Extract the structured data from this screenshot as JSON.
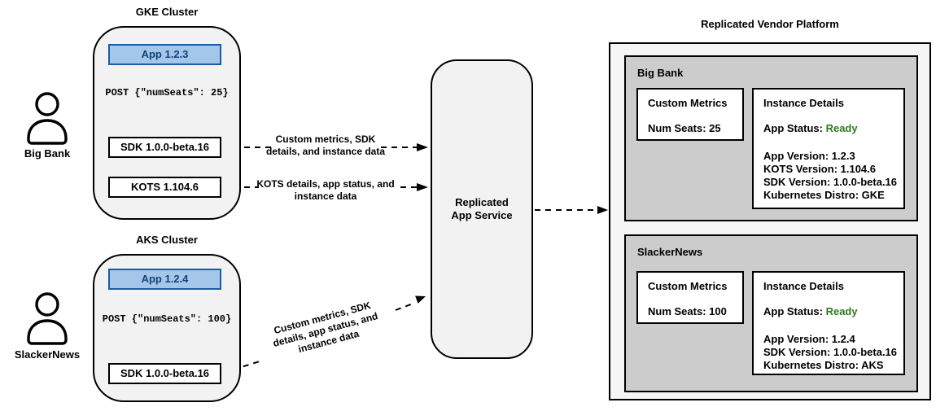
{
  "colors": {
    "cluster_fill": "#f2f2f2",
    "panel_fill": "#cccccc",
    "platform_fill": "#f5f5f5",
    "app_fill": "#a4c6e8",
    "app_border": "#1d5ba4",
    "app_text": "#12427a",
    "status_ready": "#2f7a1d"
  },
  "actors": [
    {
      "name": "Big Bank"
    },
    {
      "name": "SlackerNews"
    }
  ],
  "clusters": [
    {
      "title": "GKE Cluster",
      "app_label": "App 1.2.3",
      "post_request": "POST {\"numSeats\": 25}",
      "sdk_label": "SDK 1.0.0-beta.16",
      "kots_label": "KOTS 1.104.6"
    },
    {
      "title": "AKS Cluster",
      "app_label": "App 1.2.4",
      "post_request": "POST {\"numSeats\": 100}",
      "sdk_label": "SDK 1.0.0-beta.16"
    }
  ],
  "arrow_labels": [
    {
      "line1": "Custom metrics, SDK",
      "line2": "details, and instance data"
    },
    {
      "line1": "KOTS details, app status, and",
      "line2": "instance data"
    },
    {
      "line1": "Custom metrics, SDK",
      "line2": "details, app status, and",
      "line3": "instance data"
    }
  ],
  "service": {
    "line1": "Replicated",
    "line2": "App Service"
  },
  "platform": {
    "title": "Replicated Vendor Platform",
    "panels": [
      {
        "name": "Big Bank",
        "custom_metrics_title": "Custom Metrics",
        "custom_metrics_value": "Num Seats: 25",
        "instance_details_title": "Instance Details",
        "app_status_label": "App Status:",
        "app_status_value": "Ready",
        "details": [
          "App Version: 1.2.3",
          "KOTS Version: 1.104.6",
          "SDK Version: 1.0.0-beta.16",
          "Kubernetes Distro: GKE"
        ]
      },
      {
        "name": "SlackerNews",
        "custom_metrics_title": "Custom Metrics",
        "custom_metrics_value": "Num Seats: 100",
        "instance_details_title": "Instance Details",
        "app_status_label": "App Status:",
        "app_status_value": "Ready",
        "details": [
          "App Version: 1.2.4",
          "SDK Version: 1.0.0-beta.16",
          "Kubernetes Distro: AKS"
        ]
      }
    ]
  }
}
